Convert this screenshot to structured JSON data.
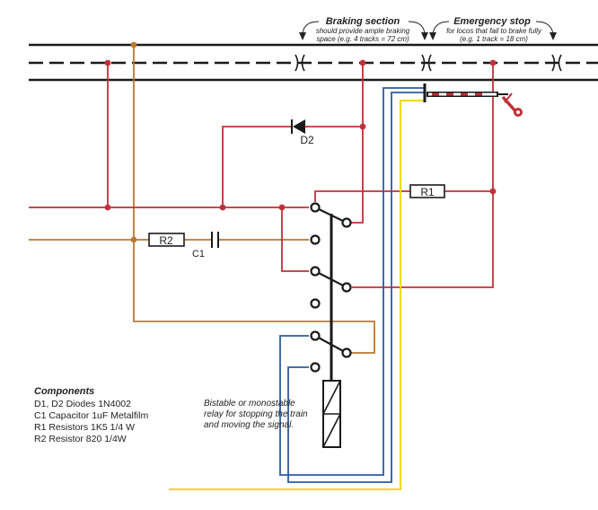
{
  "header": {
    "braking_title": "Braking section",
    "braking_sub1": "should provide ample braking",
    "braking_sub2": "space (e.g. 4 tracks = 72 cm)",
    "emergency_title": "Emergency stop",
    "emergency_sub1": "for locos that fail to brake fully",
    "emergency_sub2": "(e.g. 1 track = 18 cm)"
  },
  "labels": {
    "d2": "D2",
    "r1": "R1",
    "r2": "R2",
    "c1": "C1"
  },
  "components": {
    "title": "Components",
    "items": [
      "D1, D2 Diodes 1N4002",
      "C1 Capacitor 1uF Metalfilm",
      "R1 Resistors 1K5 1/4  W",
      "R2 Resistor 820 1/4W"
    ]
  },
  "relay_note": {
    "lines": [
      "Bistable or monostable",
      "relay for stopping the train",
      "and moving the signal."
    ]
  },
  "colors": {
    "red": "#c0303a",
    "brown": "#b87a33",
    "blue": "#2d5b9e",
    "yellow": "#f0d817",
    "black": "#1a1a1a"
  }
}
